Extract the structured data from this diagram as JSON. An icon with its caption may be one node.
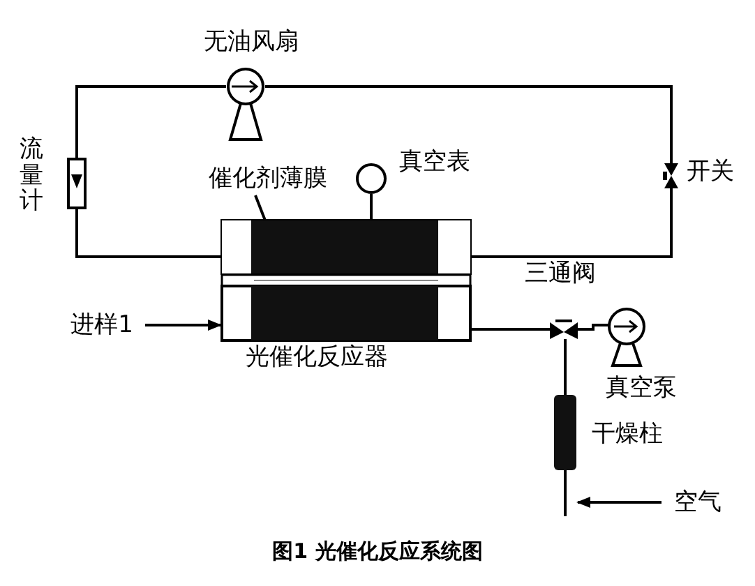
{
  "diagram": {
    "caption": "图1 光催化反应系统图",
    "nodes": [
      {
        "text": [],
        "shape": "pump",
        "beside": [
          "无油风扇"
        ]
      },
      {
        "text": [],
        "shape": "box",
        "beside": [
          "流量计"
        ]
      },
      {
        "text": [
          "催化剂薄膜"
        ]
      },
      {
        "text": [],
        "shape": "circle",
        "beside": [
          "真空表"
        ]
      },
      {
        "text": [],
        "shape": "valve",
        "beside": [
          "开关"
        ]
      },
      {
        "text": [],
        "shape": "box",
        "beside": [
          "光催化反应器"
        ]
      },
      {
        "text": [],
        "shape": "box",
        "in": 5
      },
      {
        "text": [
          "进样1"
        ]
      },
      {
        "text": [],
        "shape": "valve",
        "beside": [
          "三通阀"
        ]
      },
      {
        "text": [],
        "shape": "pump",
        "beside": [
          "真空泵"
        ]
      },
      {
        "text": [],
        "shape": "cylinder",
        "beside": [
          "干燥柱"
        ]
      },
      {
        "text": [
          "空气"
        ]
      }
    ],
    "edges": [
      {
        "from": 6,
        "to": 4,
        "arrow": "none"
      },
      {
        "from": 4,
        "to": 0,
        "arrow": "none"
      },
      {
        "from": 0,
        "to": 1,
        "arrow": "none"
      },
      {
        "from": 1,
        "to": 6,
        "arrow": "none"
      },
      {
        "from": 2,
        "to": 6,
        "arrow": "none"
      },
      {
        "from": 3,
        "to": 6,
        "arrow": "none"
      },
      {
        "from": 7,
        "to": 5,
        "arrow": "to"
      },
      {
        "from": 5,
        "to": 8,
        "arrow": "none"
      },
      {
        "from": 8,
        "to": 9,
        "arrow": "none"
      },
      {
        "from": 8,
        "to": 10,
        "arrow": "none"
      },
      {
        "from": 11,
        "to": 10,
        "arrow": "to"
      }
    ]
  }
}
